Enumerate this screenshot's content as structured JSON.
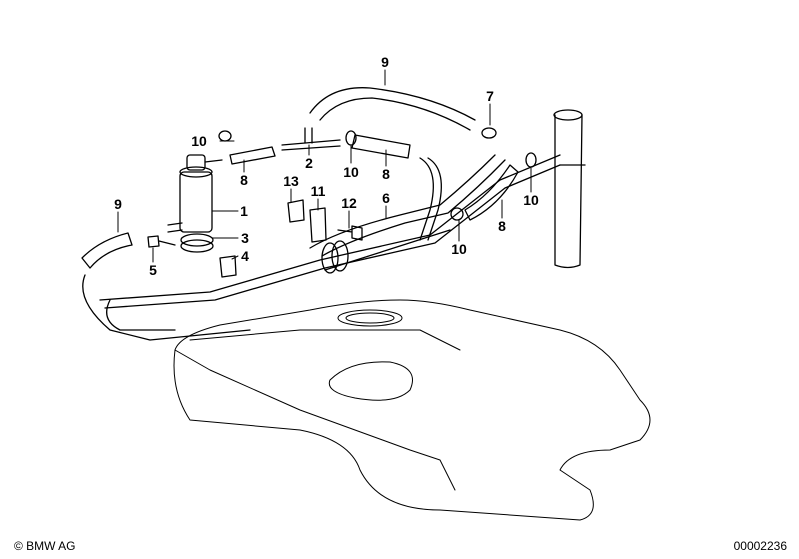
{
  "diagram": {
    "callouts": [
      {
        "id": "c9a",
        "text": "9"
      },
      {
        "id": "c7",
        "text": "7"
      },
      {
        "id": "c10a",
        "text": "10"
      },
      {
        "id": "c2",
        "text": "2"
      },
      {
        "id": "c10b",
        "text": "10"
      },
      {
        "id": "c8a",
        "text": "8"
      },
      {
        "id": "c8b",
        "text": "8"
      },
      {
        "id": "c13",
        "text": "13"
      },
      {
        "id": "c11",
        "text": "11"
      },
      {
        "id": "c12",
        "text": "12"
      },
      {
        "id": "c6",
        "text": "6"
      },
      {
        "id": "c1",
        "text": "1"
      },
      {
        "id": "c9b",
        "text": "9"
      },
      {
        "id": "c3",
        "text": "3"
      },
      {
        "id": "c4",
        "text": "4"
      },
      {
        "id": "c5",
        "text": "5"
      },
      {
        "id": "c10c",
        "text": "10"
      },
      {
        "id": "c8c",
        "text": "8"
      },
      {
        "id": "c10d",
        "text": "10"
      }
    ]
  },
  "footer": {
    "copyright": "© BMW AG",
    "diagram_number": "00002236"
  },
  "colors": {
    "line": "#000000",
    "background": "#ffffff"
  }
}
